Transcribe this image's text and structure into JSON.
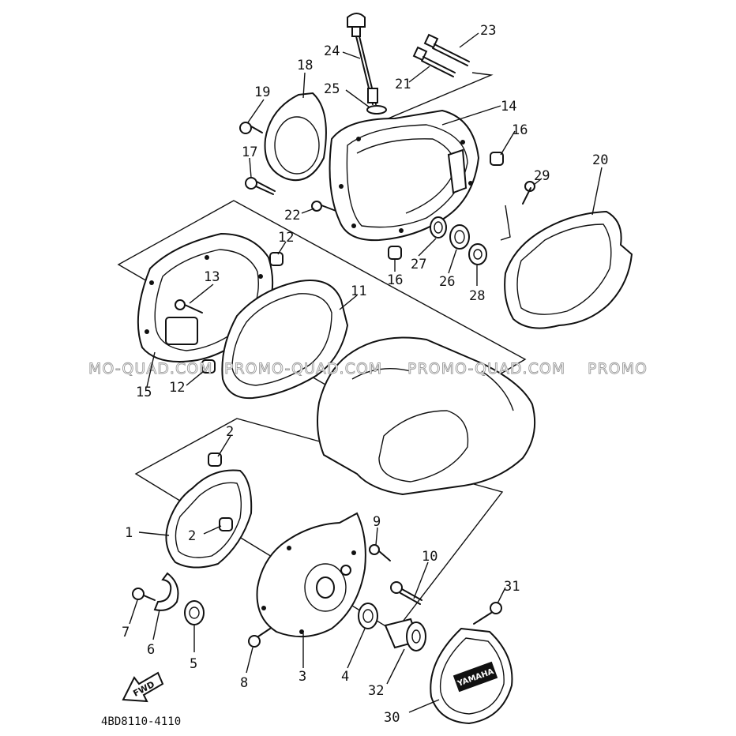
{
  "diagram": {
    "drawing_code": "4BD8110-4110",
    "fwd_label": "FWD",
    "emblem_text": "YAMAHA",
    "watermarks": [
      "MO-QUAD.COM",
      "PROMO-QUAD.COM",
      "PROMO-QUAD.COM",
      "PROMO"
    ],
    "callouts": [
      "1",
      "2",
      "2",
      "3",
      "4",
      "5",
      "6",
      "7",
      "8",
      "9",
      "10",
      "11",
      "12",
      "12",
      "13",
      "14",
      "15",
      "16",
      "16",
      "17",
      "18",
      "19",
      "20",
      "21",
      "22",
      "23",
      "24",
      "25",
      "26",
      "27",
      "28",
      "29",
      "30",
      "31",
      "32"
    ]
  }
}
